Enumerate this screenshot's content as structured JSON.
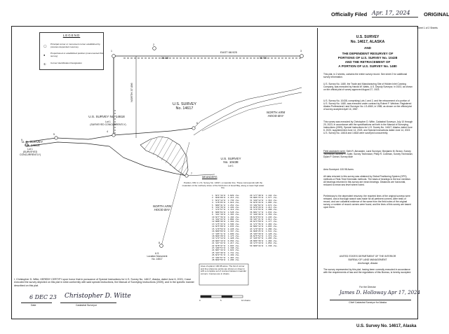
{
  "header": {
    "officially_filed": "Officially Filed",
    "filed_date": "Apr. 17, 2024",
    "original": "ORIGINAL",
    "sheet": "Sheet 1 of 2 Sheets"
  },
  "title_block": {
    "line1": "U.S. SURVEY",
    "line2": "No. 14617, ALASKA",
    "line3": "AND",
    "line4": "THE DEPENDENT RESURVEY OF",
    "line5": "PORTIONS OF U.S. SURVEY No. 10438",
    "line6": "AND THE RETRACEMENT OF",
    "line7": "A PORTION OF U.S. SURVEY No. 1480"
  },
  "notes": [
    {
      "heading": "",
      "text": "This plat, in 2 sheets, contains the entire survey record. See sheet 2 for additional survey information."
    },
    {
      "heading": "",
      "text": "U.S. Survey No. 1480, the Trade and Manufacturing Site of Hidden Inlet Canning Company, was executed by Harold W. Watts, U.S. Deputy Surveyor, in 1923, as shown on the official plat of survey approved August 27, 1923."
    },
    {
      "heading": "",
      "text": "U.S. Survey No. 10438, comprising Lots 1 and 2, and the retracement of a portion of U.S. Survey No. 1480, was executed under contract by Robert F. Weidner, Registered Alaska Professional Land Surveyor No. LS-4560, in 1985, as shown on the official plat of survey accepted April 16, 1987."
    },
    {
      "heading": "",
      "text": "This survey was executed by Christopher D. Witte, Cadastral Surveyor, July 10 through 20, 2023, in accordance with the specifications set forth in the Manual of Surveying Instructions (2009), Special Instructions for U.S. Survey No. 14617, Alaska, dated June 6, 2023, supplemented June 14, 2023, and Special Instructions dated June 14, 2023. U.S. Survey No. 14616 and 14618 were surveyed concurrently."
    },
    {
      "heading": "Field assistants were:",
      "text": "Seth R. Alexander, Land Surveyor; Benjamin M. Brown, Survey Technician; Andrew R. Sofer, Survey Technician; Philip R. Coleman, Survey Technician; Dylan P. Dorsel, Survey Aide"
    },
    {
      "heading": "",
      "text": "Area Surveyed: 100.98 Acres"
    },
    {
      "heading": "",
      "text": "All data returned in this survey was obtained by Global Positioning System (GPS) methods or Real-Time Kinematic methods. The basis of bearings is the true meridian. All bearings returned in this survey are mean bearings. Distances are horizontal, reduced to mean sea level where noted."
    },
    {
      "heading": "",
      "text": "Preliminary to the dependent resurvey, the reported lines of the original surveys were retraced, and a thorough search was made for all pertinent corners. After tests of record, and one collateral evidence of the same from the field notes of the original survey, a number of record corners were found, and the lines of this survey are based upon them."
    }
  ],
  "doi": {
    "line1": "UNITED STATES DEPARTMENT OF THE INTERIOR",
    "line2": "BUREAU OF LAND MANAGEMENT",
    "line3": "Anchorage, Alaska",
    "text": "The survey represented by this plat, having been correctly executed in accordance with the requirements of law and the regulations of this Bureau, is hereby accepted.",
    "for_director": "For the Director",
    "signature": "James D. Holloway  Apr 17, 2024",
    "sig_title": "Chief Cadastral Surveyor for Alaska"
  },
  "footer": "U.S. Survey No. 14617, Alaska",
  "legend": {
    "title": "LEGEND",
    "items": [
      "Principal corner or monument corner established by previous dependent resurvey",
      "Proportioned or established position (monumented this survey)",
      "Corner Identification Designation"
    ]
  },
  "map": {
    "survey_main": "U.S. SURVEY\nNo. 14617",
    "survey_14618": "U.S. SURVEY No. 14618",
    "lot1_a": "Lot 1\n(SURVEYED CONCURRENTLY)",
    "survey_14616": "U. S. SURVEY\nNo. 14616",
    "lot1_b": "Lot 1\n(SURVEYED\nCONCURRENTLY)",
    "survey_10438": "U.S. SURVEY\nNo. 10438",
    "lot1_c": "Lot 1",
    "north_arm_1": "NORTH ARM\nHOOD BAY",
    "north_arm_2": "NORTH ARM\nHOOD BAY",
    "east_bearing": "EAST  68.925",
    "dist_top_left": "28.118",
    "dist_top_right": "38.706",
    "north_bearing": "NORTH  37.096",
    "loc_monument": "U.S.\nLocation Monument\nNo. 14617",
    "corner_labels": [
      "1",
      "2",
      "3",
      "4",
      "5",
      "6",
      "7",
      "8",
      "9"
    ]
  },
  "meanders": {
    "title": "MEANDERS",
    "desc": "Position, NW 4, U.S. Survey No. 14617, a meander line. These corresponds with the meanders of the northerly shore of the North Arm of Hood Bay, along a mean high water line.",
    "col1": [
      "1  N71°16'W  3.829 chs.",
      "2  N58°08'W  2.215 chs.",
      "3  N72°12'W  1.730 chs.",
      "4  S78°05'W  1.910 chs.",
      "5  N89°41'W  1.252 chs.",
      "6  S54°30'W  1.436 chs.",
      "7  S72°57'W  1.114 chs.",
      "8  N86°04'W  1.528 chs.",
      "9  S61°18'W  1.303 chs.",
      "10 N77°36'W  1.160 chs.",
      "11 S62°22'W  1.884 chs.",
      "12 N88°49'W  1.442 chs.",
      "13 S75°43'W  1.506 chs.",
      "14 N75°08'W  1.035 chs.",
      "15 S70°56'W  2.228 chs.",
      "16 N80°09'W  1.347 chs.",
      "17 S85°11'W  1.609 chs.",
      "18 N66°28'W  1.175 chs.",
      "19 S72°14'W  1.428 chs.",
      "20 N83°10'W  0.956 chs.",
      "21 S67°22'W  1.217 chs.",
      "22 N78°47'W  1.603 chs.",
      "23 S80°53'W  1.348 chs.",
      "24 N87°16'W  1.022 chs.",
      "25 S63°40'W  1.741 chs.",
      "26 N72°31'W  1.169 chs.",
      "27 S84°07'W  1.403 chs.",
      "28 N69°58'W  1.290 chs."
    ],
    "col2": [
      "29 S77°48'W  1.142 chs.",
      "30 N85°33'W  1.577 chs.",
      "31 S69°12'W  1.316 chs.",
      "32 N76°44'W  1.085 chs.",
      "33 S82°02'W  1.672 chs.",
      "34 N70°29'W  1.213 chs.",
      "35 S74°55'W  1.498 chs.",
      "36 N81°17'W  1.034 chs.",
      "37 S66°40'W  1.359 chs.",
      "38 N79°03'W  1.245 chs.",
      "39 S87°21'W  1.611 chs.",
      "40 N73°58'W  1.177 chs.",
      "41 S71°36'W  1.402 chs.",
      "42 N84°12'W  1.093 chs.",
      "43 S79°49'W  1.286 chs.",
      "44 N68°25'W  1.541 chs.",
      "45 S83°30'W  1.128 chs.",
      "46 N75°52'W  1.374 chs.",
      "47 S65°07'W  1.205 chs.",
      "48 N86°38'W  1.466 chs.",
      "49 S73°19'W  1.052 chs.",
      "50 N80°44'W  1.338 chs."
    ]
  },
  "note_box": "Area of upland, 100.98 acres. The list of corner and line reference points are shown on sheet 2, with a complete set of courses between meander corners. Courses are in chains.",
  "certification": {
    "text": "I, Christopher D. Witte, HEREBY CERTIFY upon honor that in pursuance of Special Instructions for U.S. Survey No. 14617, Alaska, dated June 6, 2023, I have executed the survey depicted on this plat in strict conformity with said special instructions, the Manual of Surveying Instructions (2009), and in the specific manner described on this plat.",
    "date_hand": "6 DEC 23",
    "sig_hand": "Christopher D. Witte",
    "date_label": "Date",
    "sig_label": "Cadastral Surveyor"
  },
  "scale": {
    "zero": "0",
    "mid": "5",
    "end": "10 chains"
  }
}
